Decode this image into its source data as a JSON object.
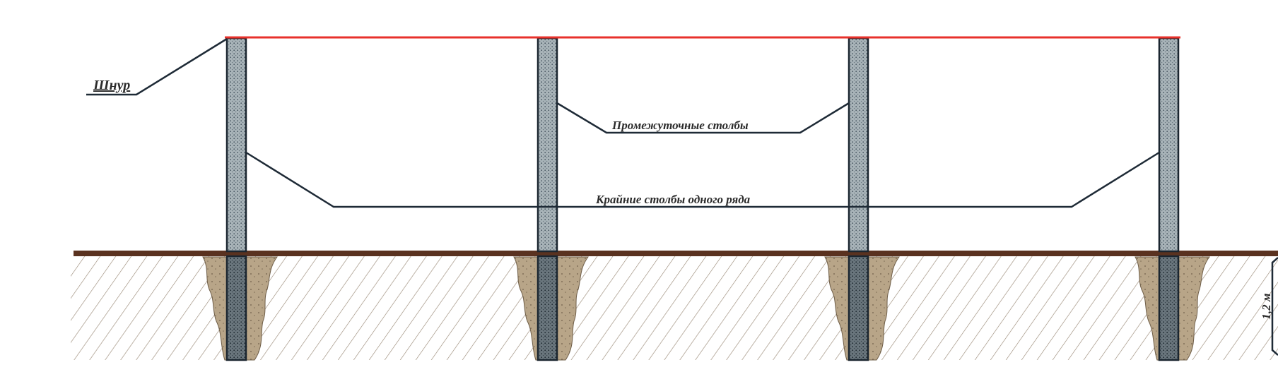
{
  "labels": {
    "cord": "Шнур",
    "intermediate_posts": "Промежуточные столбы",
    "end_posts": "Крайние столбы одного ряда",
    "depth": "1,2 м"
  },
  "colors": {
    "cord": "#e8312b",
    "ground_line": "#5a3220",
    "post_fill": "#8d9aa0",
    "post_edge": "#1b2630",
    "concrete": "#b5a285",
    "hatch": "#9a8a77",
    "leader": "#1e2a36"
  },
  "posts_count": 4
}
